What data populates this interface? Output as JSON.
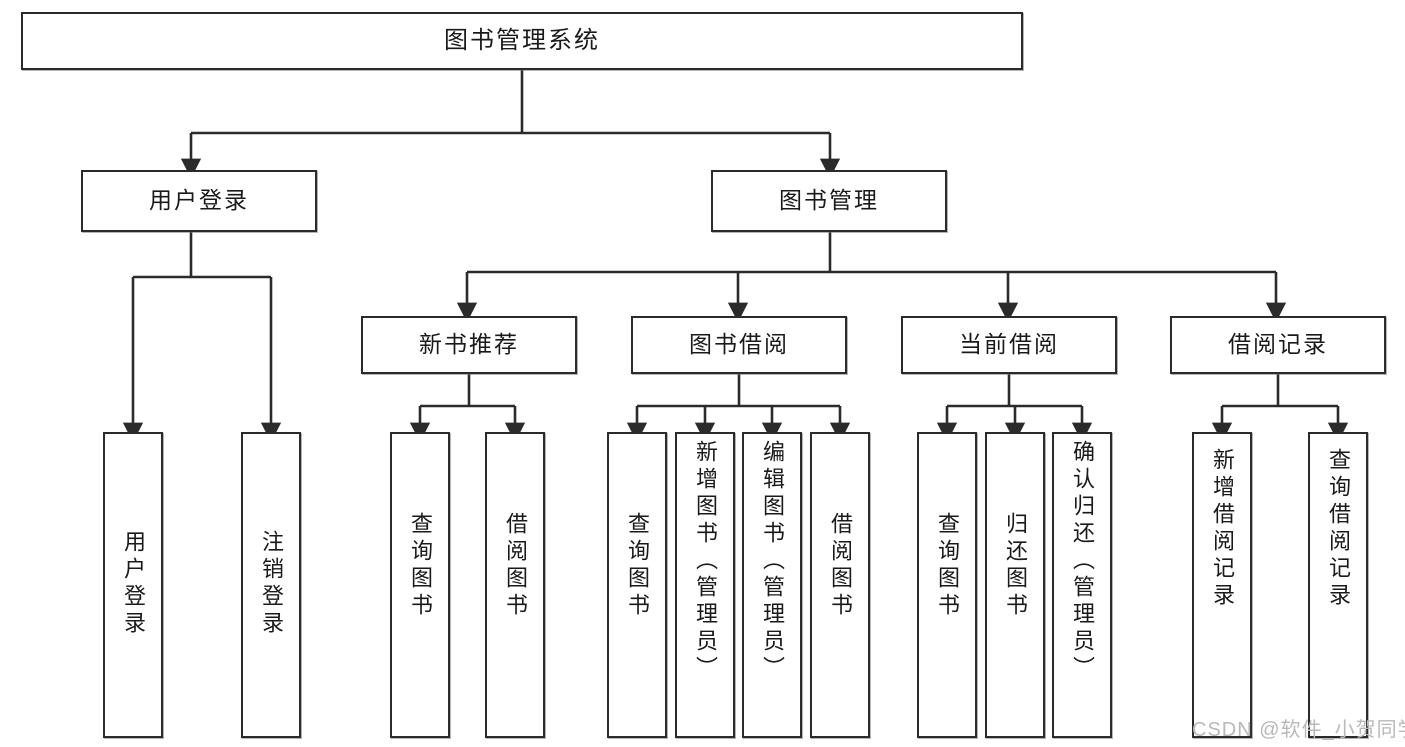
{
  "diagram": {
    "title": "图书管理系统",
    "type": "hierarchy-tree",
    "watermark": "CSDN @软件_小贺同学",
    "colors": {
      "box_border": "#2b2b2b",
      "box_fill": "#ffffff",
      "edge": "#2b2b2b",
      "text": "#1a1a1a",
      "watermark": "#b9b9b9",
      "background": "#ffffff"
    },
    "nodes": {
      "root": {
        "label": "图书管理系统"
      },
      "level2": [
        {
          "id": "user-login",
          "label": "用户登录"
        },
        {
          "id": "book-management",
          "label": "图书管理"
        }
      ],
      "level3": [
        {
          "id": "new-book-recommend",
          "label": "新书推荐"
        },
        {
          "id": "book-borrow",
          "label": "图书借阅"
        },
        {
          "id": "current-borrow",
          "label": "当前借阅"
        },
        {
          "id": "borrow-record",
          "label": "借阅记录"
        }
      ],
      "leaves": {
        "user-login": [
          {
            "id": "leaf-user-login",
            "label": "用户登录"
          },
          {
            "id": "leaf-logout-login",
            "label": "注销登录"
          }
        ],
        "new-book-recommend": [
          {
            "id": "leaf-query-book-1",
            "label": "查询图书"
          },
          {
            "id": "leaf-borrow-book-1",
            "label": "借阅图书"
          }
        ],
        "book-borrow": [
          {
            "id": "leaf-query-book-2",
            "label": "查询图书"
          },
          {
            "id": "leaf-add-book",
            "label": "新增图书（管理员）"
          },
          {
            "id": "leaf-edit-book",
            "label": "编辑图书（管理员）"
          },
          {
            "id": "leaf-borrow-book-2",
            "label": "借阅图书"
          }
        ],
        "current-borrow": [
          {
            "id": "leaf-query-book-3",
            "label": "查询图书"
          },
          {
            "id": "leaf-return-book",
            "label": "归还图书"
          },
          {
            "id": "leaf-confirm-return",
            "label": "确认归还（管理员）"
          }
        ],
        "borrow-record": [
          {
            "id": "leaf-add-record",
            "label": "新增借阅记录"
          },
          {
            "id": "leaf-query-record",
            "label": "查询借阅记录"
          }
        ]
      }
    }
  }
}
